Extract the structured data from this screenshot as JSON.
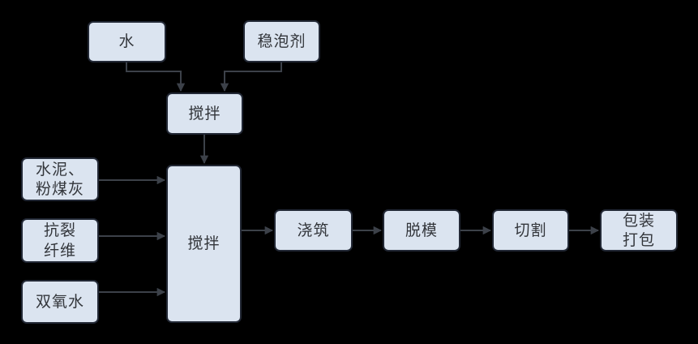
{
  "diagram": {
    "type": "flowchart",
    "nodes": {
      "water": {
        "label": "水"
      },
      "stabilizer": {
        "label": "稳泡剂"
      },
      "mix_foam": {
        "label": "搅拌"
      },
      "cement": {
        "label": "水泥、\n粉煤灰"
      },
      "fiber": {
        "label": "抗裂\n纤维"
      },
      "peroxide": {
        "label": "双氧水"
      },
      "mix_main": {
        "label": "搅拌"
      },
      "pour": {
        "label": "浇筑"
      },
      "demold": {
        "label": "脱模"
      },
      "cut": {
        "label": "切割"
      },
      "pack": {
        "label": "包装\n打包"
      }
    },
    "edges": [
      {
        "from": "water",
        "to": "mix_foam"
      },
      {
        "from": "stabilizer",
        "to": "mix_foam"
      },
      {
        "from": "mix_foam",
        "to": "mix_main"
      },
      {
        "from": "cement",
        "to": "mix_main"
      },
      {
        "from": "fiber",
        "to": "mix_main"
      },
      {
        "from": "peroxide",
        "to": "mix_main"
      },
      {
        "from": "mix_main",
        "to": "pour"
      },
      {
        "from": "pour",
        "to": "demold"
      },
      {
        "from": "demold",
        "to": "cut"
      },
      {
        "from": "cut",
        "to": "pack"
      }
    ],
    "colors": {
      "background": "#000000",
      "node_fill": "#dbe4f0",
      "node_border": "#222835",
      "arrow": "#3c4149",
      "text": "#33363b"
    }
  }
}
